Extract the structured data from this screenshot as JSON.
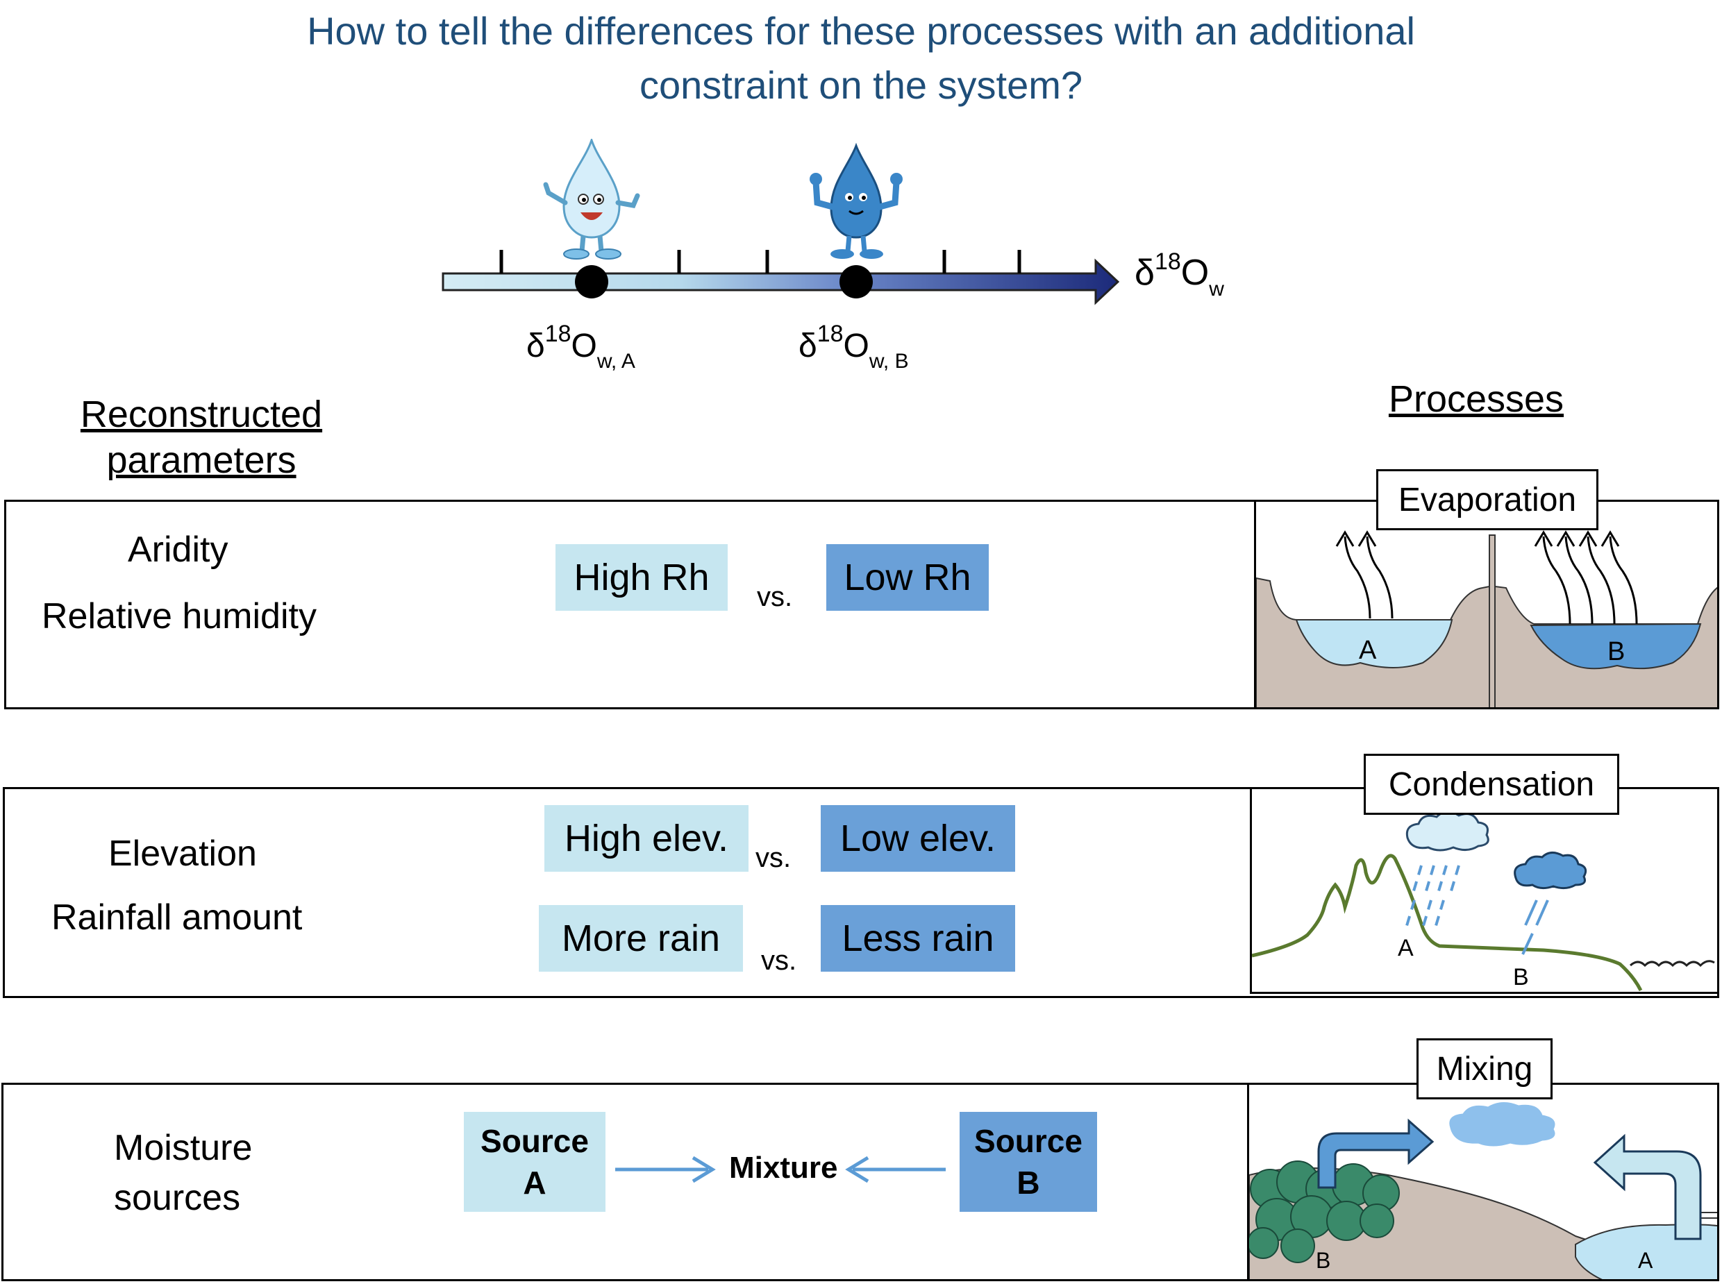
{
  "title": {
    "line1": "How to tell the differences for these processes with an additional",
    "line2": "constraint on the system?"
  },
  "axis": {
    "delta_symbol": "δ",
    "sup": "18",
    "base": "O",
    "sub_axis": "w",
    "sub_a": "w, A",
    "sub_b": "w, B",
    "gradient": [
      "#d4ecf4",
      "#1c2a7a"
    ]
  },
  "headers": {
    "left_line1": "Reconstructed",
    "left_line2": "parameters",
    "right": "Processes"
  },
  "rows": {
    "aridity": {
      "param1": "Aridity",
      "param2": "Relative humidity",
      "left_chip": "High Rh",
      "vs": "vs.",
      "right_chip": "Low Rh",
      "process": "Evaporation",
      "label_a": "A",
      "label_b": "B"
    },
    "elevation": {
      "param1": "Elevation",
      "param2": "Rainfall amount",
      "chip1_left": "High elev.",
      "chip1_right": "Low elev.",
      "chip2_left": "More rain",
      "chip2_right": "Less rain",
      "vs": "vs.",
      "process": "Condensation",
      "label_a": "A",
      "label_b": "B"
    },
    "moisture": {
      "param1": "Moisture",
      "param2": "sources",
      "source_a_line1": "Source",
      "source_a_line2": "A",
      "mixture": "Mixture",
      "source_b_line1": "Source",
      "source_b_line2": "B",
      "process": "Mixing",
      "label_a": "A",
      "label_b": "B"
    }
  },
  "colors": {
    "title": "#1f4e79",
    "light_chip": "#c6e6f0",
    "dark_chip": "#6aa0d8",
    "terrain": "#ccbfb6",
    "water_light": "#bfe4f4",
    "water_dark": "#5b9bd5",
    "mountain": "#5a7a2e"
  },
  "icons": [
    "happy-water-drop-icon",
    "strong-water-drop-icon",
    "cloud-icon",
    "rain-cloud-icon",
    "tree-icon",
    "curved-arrow-icon"
  ]
}
